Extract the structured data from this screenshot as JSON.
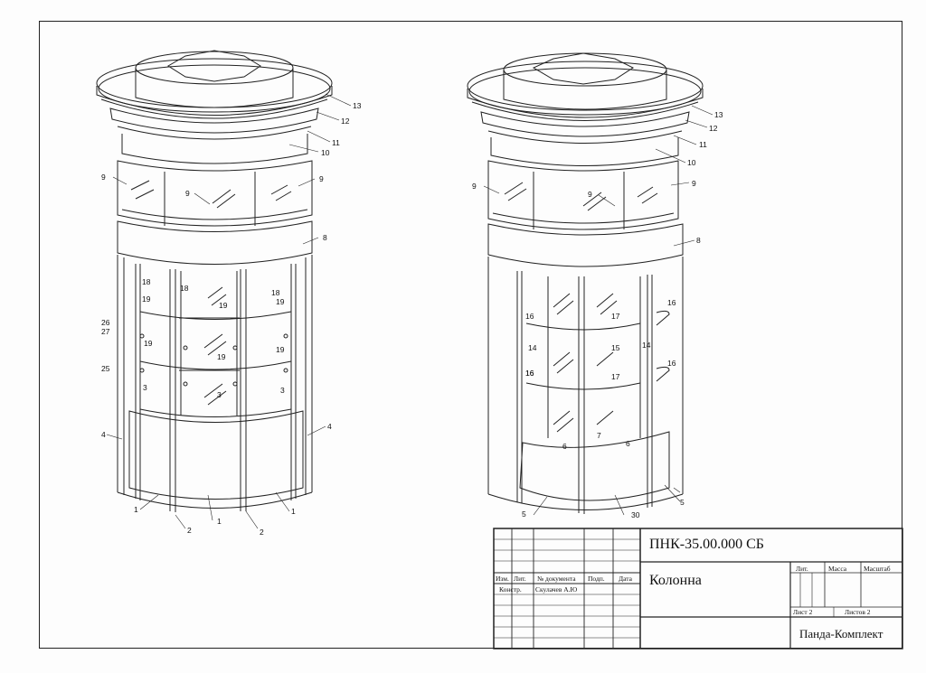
{
  "title_block": {
    "doc_code": "ПНК-35.00.000 СБ",
    "title": "Колонна",
    "organization": "Панда-Комплект",
    "col_izm": "Изм.",
    "col_list": "Лит.",
    "col_doc_no": "№ документа",
    "col_sign": "Подп.",
    "col_date": "Дата",
    "role_constr": "Констр.",
    "designer": "Скулачев А.Ю",
    "lit_label": "Лит.",
    "mass_label": "Масса",
    "scale_label": "Масштаб",
    "sheet_label": "Лист 2",
    "sheets_label": "Листов 2"
  },
  "callouts_left": [
    "13",
    "12",
    "11",
    "10",
    "9",
    "9",
    "9",
    "8",
    "18",
    "18",
    "18",
    "19",
    "19",
    "19",
    "26",
    "27",
    "19",
    "19",
    "19",
    "25",
    "3",
    "3",
    "3",
    "4",
    "4",
    "1",
    "1",
    "1",
    "2",
    "2"
  ],
  "callouts_right": [
    "13",
    "12",
    "11",
    "10",
    "9",
    "9",
    "9",
    "8",
    "16",
    "16",
    "16",
    "14",
    "15",
    "14",
    "16",
    "17",
    "16",
    "17",
    "7",
    "6",
    "6",
    "5",
    "5",
    "30"
  ]
}
